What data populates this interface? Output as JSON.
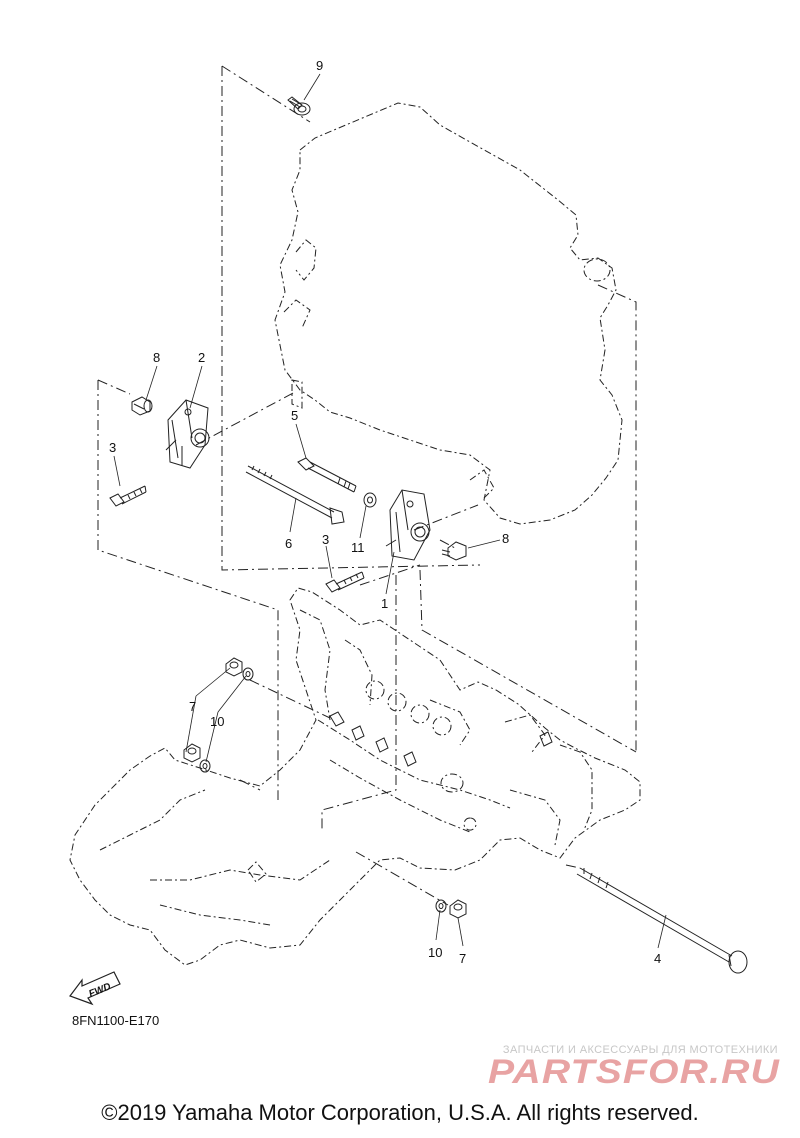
{
  "callouts": {
    "c9": "9",
    "c8a": "8",
    "c2": "2",
    "c3a": "3",
    "c5": "5",
    "c6": "6",
    "c3b": "3",
    "c11": "11",
    "c8b": "8",
    "c1": "1",
    "c7a": "7",
    "c10a": "10",
    "c10b": "10",
    "c7b": "7",
    "c4": "4"
  },
  "fwd_label": "FWD",
  "diagram_code": "8FN1100-E170",
  "watermark": {
    "tagline": "ЗАПЧАСТИ И АКСЕССУАРЫ ДЛЯ МОТОТЕХНИКИ",
    "brand": "PARTSFOR.RU",
    "color": "#e8a3a3"
  },
  "copyright": "©2019 Yamaha Motor Corporation, U.S.A. All rights reserved."
}
